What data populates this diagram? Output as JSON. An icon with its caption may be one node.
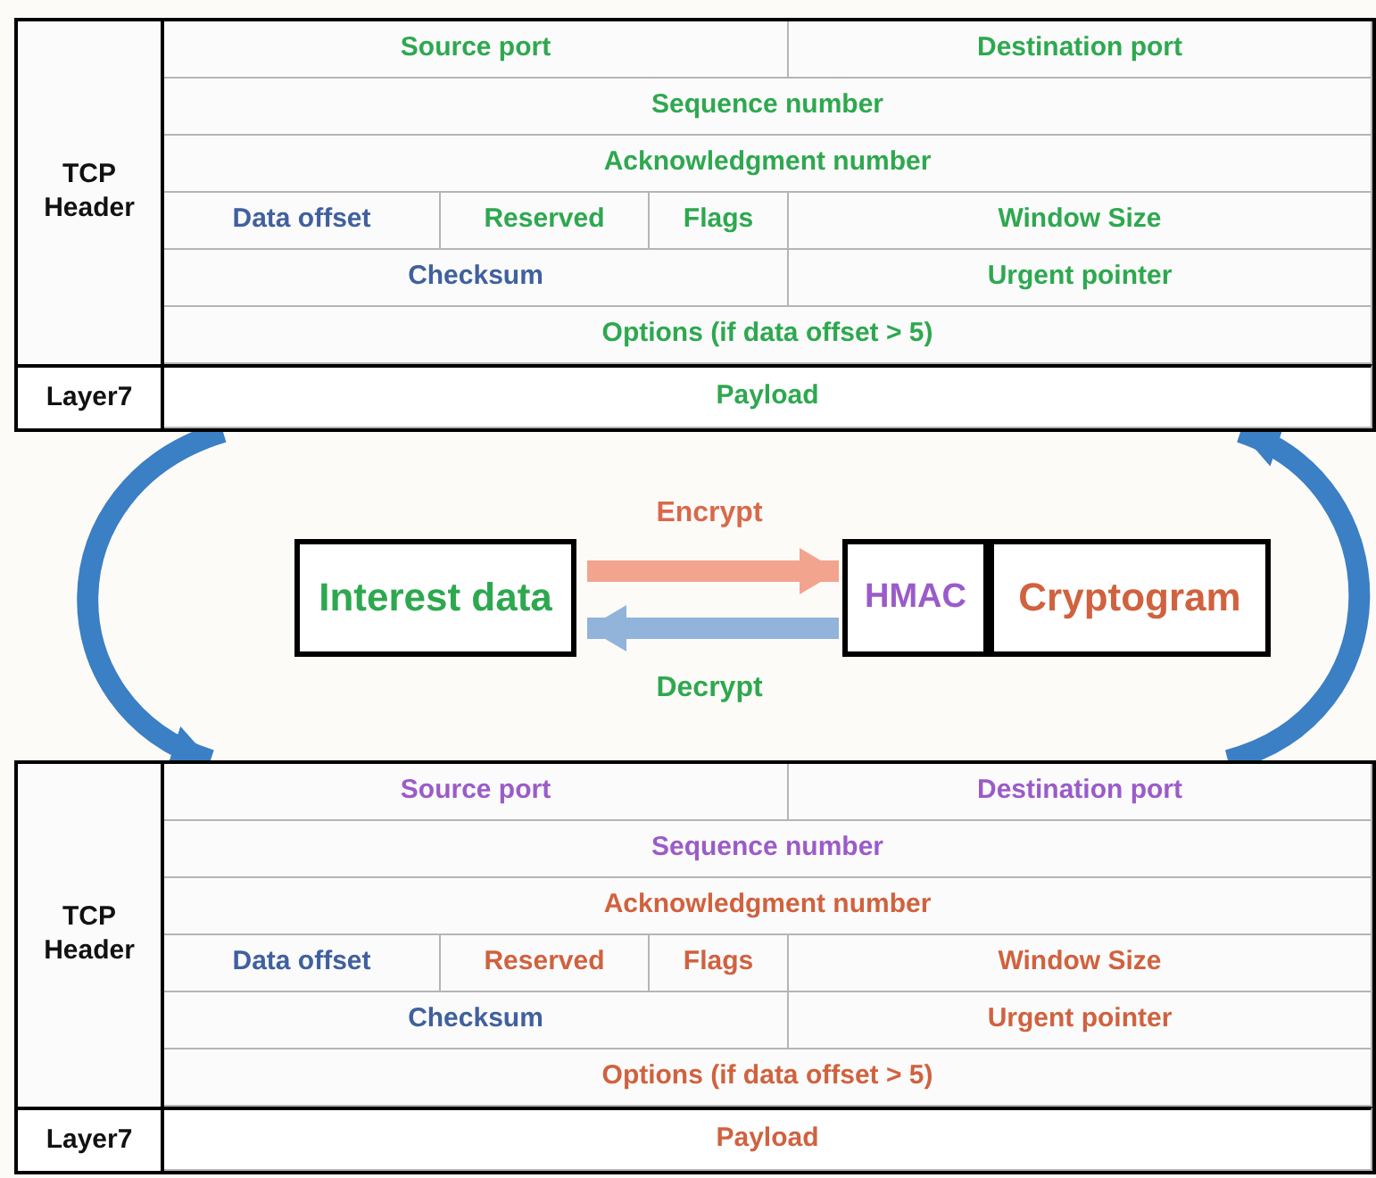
{
  "diagram": {
    "nodes": [
      {
        "text": [],
        "shape": "box"
      },
      {
        "text": [
          "TCP Header"
        ],
        "in": 0
      },
      {
        "text": [
          "Layer7"
        ],
        "in": 0
      },
      {
        "text": [
          "Source port"
        ],
        "in": 0
      },
      {
        "text": [
          "Destination port"
        ],
        "in": 0
      },
      {
        "text": [
          "Sequence number"
        ],
        "in": 0
      },
      {
        "text": [
          "Acknowledgment number"
        ],
        "in": 0
      },
      {
        "text": [
          "Data offset"
        ],
        "in": 0
      },
      {
        "text": [
          "Reserved"
        ],
        "in": 0
      },
      {
        "text": [
          "Flags"
        ],
        "in": 0
      },
      {
        "text": [
          "Window Size"
        ],
        "in": 0
      },
      {
        "text": [
          "Checksum"
        ],
        "in": 0
      },
      {
        "text": [
          "Urgent pointer"
        ],
        "in": 0
      },
      {
        "text": [
          "Options (if data offset > 5)"
        ],
        "in": 0
      },
      {
        "text": [
          "Payload"
        ],
        "in": 0
      },
      {
        "text": [
          "Interest data"
        ]
      },
      {
        "text": [
          "HMAC"
        ]
      },
      {
        "text": [
          "Cryptogram"
        ]
      },
      {
        "text": [],
        "shape": "box"
      },
      {
        "text": [
          "TCP Header"
        ],
        "in": 18
      },
      {
        "text": [
          "Layer7"
        ],
        "in": 18
      },
      {
        "text": [
          "Source port"
        ],
        "in": 18
      },
      {
        "text": [
          "Destination port"
        ],
        "in": 18
      },
      {
        "text": [
          "Sequence number"
        ],
        "in": 18
      },
      {
        "text": [
          "Acknowledgment number"
        ],
        "in": 18
      },
      {
        "text": [
          "Data offset"
        ],
        "in": 18
      },
      {
        "text": [
          "Reserved"
        ],
        "in": 18
      },
      {
        "text": [
          "Flags"
        ],
        "in": 18
      },
      {
        "text": [
          "Window Size"
        ],
        "in": 18
      },
      {
        "text": [
          "Checksum"
        ],
        "in": 18
      },
      {
        "text": [
          "Urgent pointer"
        ],
        "in": 18
      },
      {
        "text": [
          "Options (if data offset > 5)"
        ],
        "in": 18
      },
      {
        "text": [
          "Payload"
        ],
        "in": 18
      }
    ],
    "edges": [
      {
        "from": 0,
        "to": 18,
        "arrow": "to",
        "color": "#3b7fc4"
      },
      {
        "from": 18,
        "to": 0,
        "arrow": "to",
        "color": "#3b7fc4"
      },
      {
        "from": 15,
        "to": 16,
        "arrow": "to",
        "label": "Encrypt",
        "color": "#f2a48e"
      },
      {
        "from": 16,
        "to": 15,
        "arrow": "to",
        "label": "Decrypt",
        "color": "#92b3da"
      }
    ]
  }
}
